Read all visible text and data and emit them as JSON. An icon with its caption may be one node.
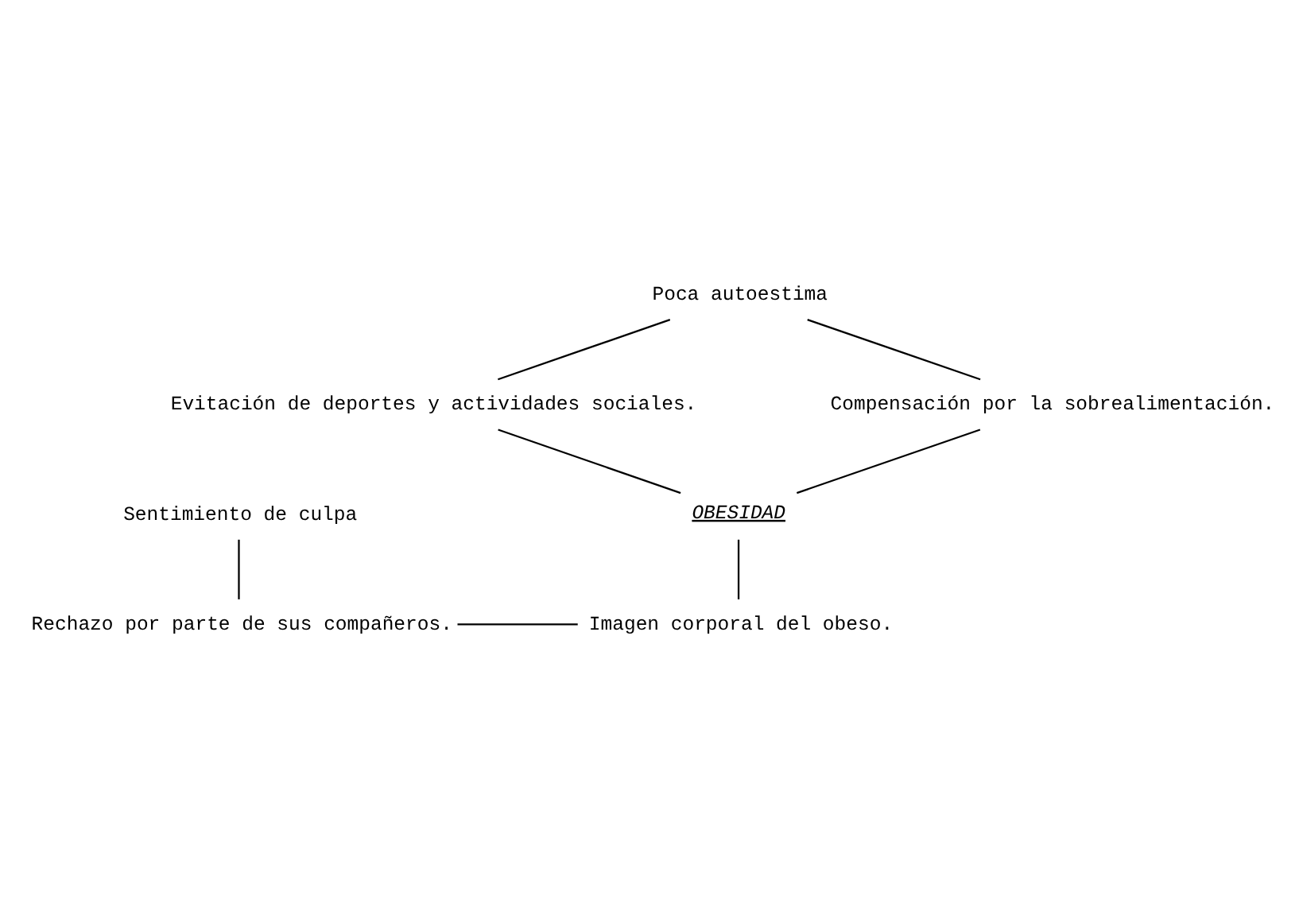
{
  "diagram": {
    "nodes": [
      {
        "text": [
          "Evitación de deportes y actividades sociales."
        ]
      },
      {
        "text": [
          "Compensación por la sobrealimentación."
        ]
      },
      {
        "text": [
          "Poca autoestima"
        ]
      },
      {
        "text": [
          "Sentimiento de culpa"
        ]
      },
      {
        "text": [
          "OBESIDAD"
        ]
      },
      {
        "text": [
          "Rechazo por parte de sus compañeros."
        ]
      },
      {
        "text": [
          "Imagen corporal del obeso."
        ]
      }
    ],
    "edges": [
      {
        "from": 2,
        "to": 0,
        "arrow": "none"
      },
      {
        "from": 2,
        "to": 1,
        "arrow": "none"
      },
      {
        "from": 1,
        "to": 4,
        "arrow": "none"
      },
      {
        "from": 0,
        "to": 4,
        "arrow": "none"
      },
      {
        "from": 3,
        "to": 5,
        "arrow": "none"
      },
      {
        "from": 4,
        "to": 6,
        "arrow": "none"
      },
      {
        "from": 5,
        "to": 6,
        "arrow": "none"
      }
    ]
  }
}
